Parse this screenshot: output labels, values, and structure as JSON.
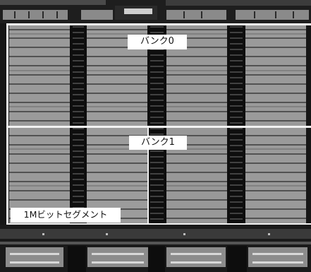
{
  "image": {
    "labels": {
      "bank0": "バンク0",
      "bank1": "バンク1",
      "segment": "1Mビットセグメント"
    },
    "colors": {
      "background": "#161616",
      "cell_array": "#9a9a9a",
      "label_background": "#ffffff",
      "label_text": "#111111",
      "outline": "#f0f0f0"
    }
  }
}
